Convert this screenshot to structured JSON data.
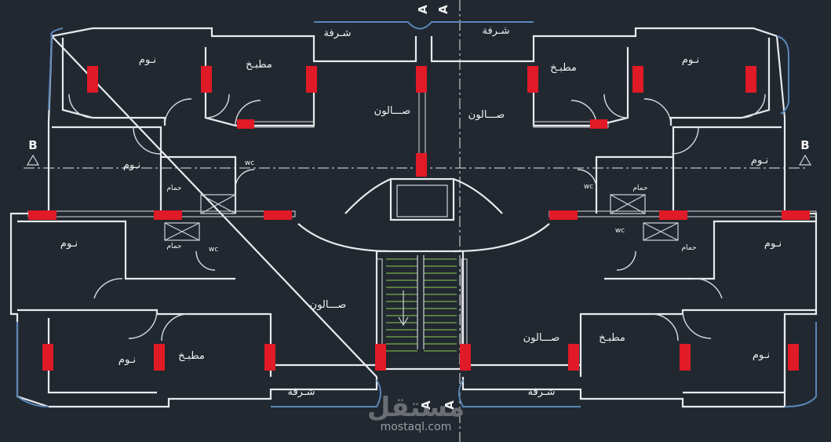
{
  "rooms": {
    "bedroom": "نـوم",
    "kitchen": "مطبـخ",
    "salon": "صـــالون",
    "balcony": "شـرفة",
    "bath": "حمام",
    "wc": "wc"
  },
  "sections": {
    "a": "A",
    "b": "B"
  },
  "watermark": {
    "mark": "مستقل",
    "site": "mostaql.com"
  },
  "colors": {
    "background": "#212830",
    "walls": "#e8eaee",
    "columns": "#e01a26",
    "balcony": "#5a86b8",
    "stairs": "#8fd14f"
  }
}
